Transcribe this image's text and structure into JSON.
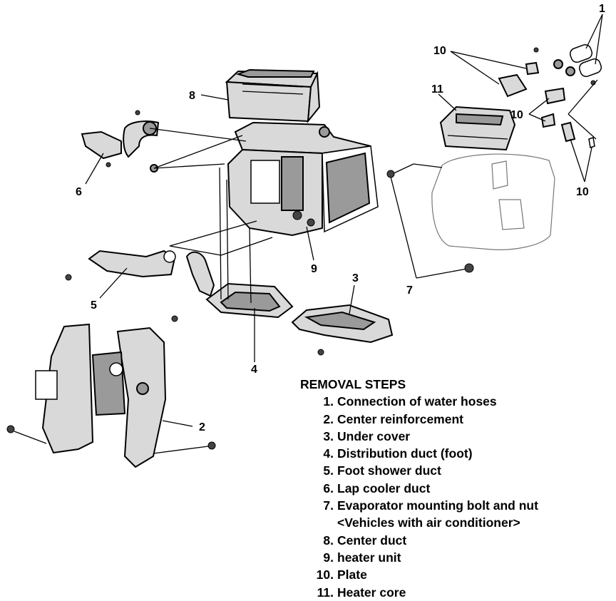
{
  "callouts": {
    "c1": "1",
    "c2": "2",
    "c3": "3",
    "c4": "4",
    "c5": "5",
    "c6": "6",
    "c7": "7",
    "c8": "8",
    "c9": "9",
    "c10a": "10",
    "c10b": "10",
    "c10c": "10",
    "c11": "11"
  },
  "removal": {
    "title": "REMOVAL STEPS",
    "steps": [
      {
        "num": "1.",
        "text": "Connection of water hoses"
      },
      {
        "num": "2.",
        "text": "Center reinforcement"
      },
      {
        "num": "3.",
        "text": "Under cover"
      },
      {
        "num": "4.",
        "text": "Distribution duct (foot)"
      },
      {
        "num": "5.",
        "text": "Foot shower duct"
      },
      {
        "num": "6.",
        "text": "Lap cooler duct"
      },
      {
        "num": "7.",
        "text": "Evaporator mounting bolt and nut",
        "sub": "<Vehicles with air conditioner>"
      },
      {
        "num": "8.",
        "text": "Center duct"
      },
      {
        "num": "9.",
        "text": "heater unit"
      },
      {
        "num": "10.",
        "text": "Plate"
      },
      {
        "num": "11.",
        "text": "Heater core"
      }
    ]
  }
}
